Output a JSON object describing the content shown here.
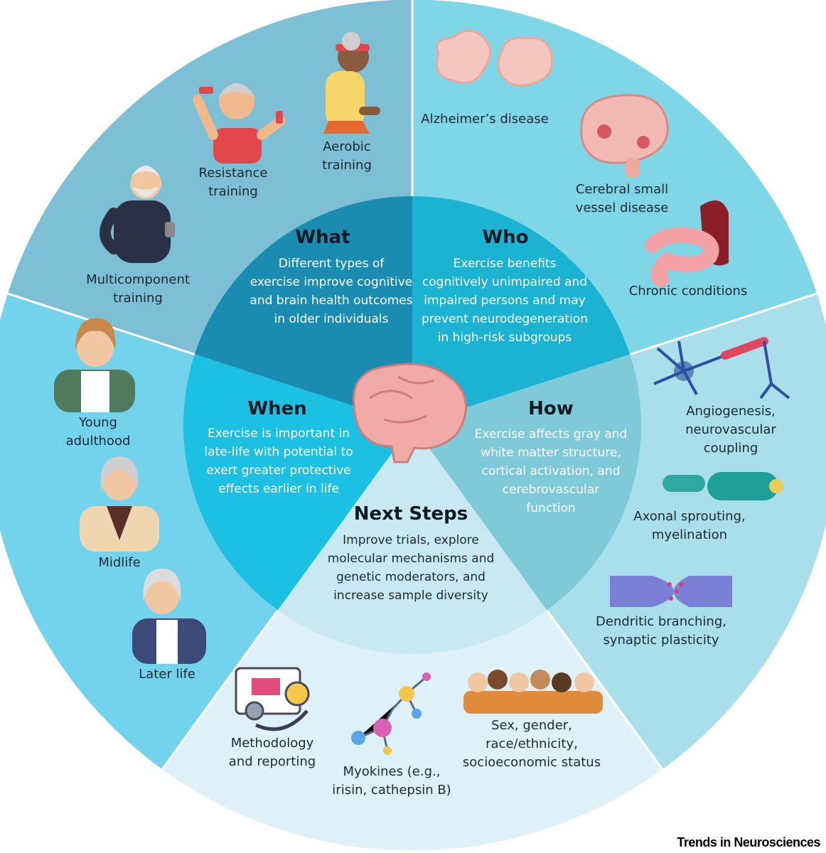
{
  "colors": {
    "what_outer": "#7dbfd4",
    "who_outer": "#7fd6e6",
    "how_outer": "#a8dfea",
    "next_outer": "#dff1f8",
    "when_outer": "#74d3ec",
    "what_inner": "#1b8cb1",
    "who_inner": "#1bb3d1",
    "how_inner": "#7fcad9",
    "next_inner": "#c8e9f2",
    "when_inner": "#1bc0e2"
  },
  "sections": {
    "what": {
      "title": "What",
      "text": "Different types of\nexercise improve cognitive\nand brain health outcomes\nin older individuals"
    },
    "who": {
      "title": "Who",
      "text": "Exercise benefits\ncognitively unimpaired and\nimpaired persons and may\nprevent neurodegeneration\nin high-risk subgroups"
    },
    "when": {
      "title": "When",
      "text": "Exercise is important in\nlate-life with potential to\nexert greater protective\neffects earlier in life"
    },
    "how": {
      "title": "How",
      "text": "Exercise affects gray and\nwhite matter structure,\ncortical activation, and\ncerebrovascular\nfunction"
    },
    "next": {
      "title": "Next Steps",
      "text": "Improve trials, explore\nmolecular mechanisms and\ngenetic moderators, and\nincrease sample diversity"
    }
  },
  "outer_labels": {
    "aerobic": "Aerobic\ntraining",
    "resistance": "Resistance\ntraining",
    "multicomponent": "Multicomponent\ntraining",
    "alzheimers": "Alzheimer’s disease",
    "small_vessel": "Cerebral small\nvessel disease",
    "chronic": "Chronic conditions",
    "angiogenesis": "Angiogenesis,\nneurovascular coupling",
    "axonal": "Axonal sprouting,\nmyelination",
    "dendritic": "Dendritic branching,\nsynaptic plasticity",
    "young": "Young\nadulthood",
    "midlife": "Midlife",
    "later": "Later life",
    "methodology": "Methodology\nand reporting",
    "myokines": "Myokines (e.g.,\nirisin, cathepsin B)",
    "diversity": "Sex, gender,\nrace/ethnicity,\nsocioeconomic status"
  },
  "icons": [
    "aerobic-runner-icon",
    "resistance-dumbbell-icon",
    "multicomponent-man-icon",
    "alzheimers-brain-icon",
    "small-vessel-brain-icon",
    "chronic-organ-icon",
    "neuron-icon",
    "axon-myelin-icon",
    "synapse-icon",
    "young-woman-icon",
    "midlife-woman-icon",
    "later-life-woman-icon",
    "methodology-icon",
    "molecule-icon",
    "diverse-people-icon",
    "center-brain-icon"
  ],
  "brand": "Trends in Neurosciences"
}
